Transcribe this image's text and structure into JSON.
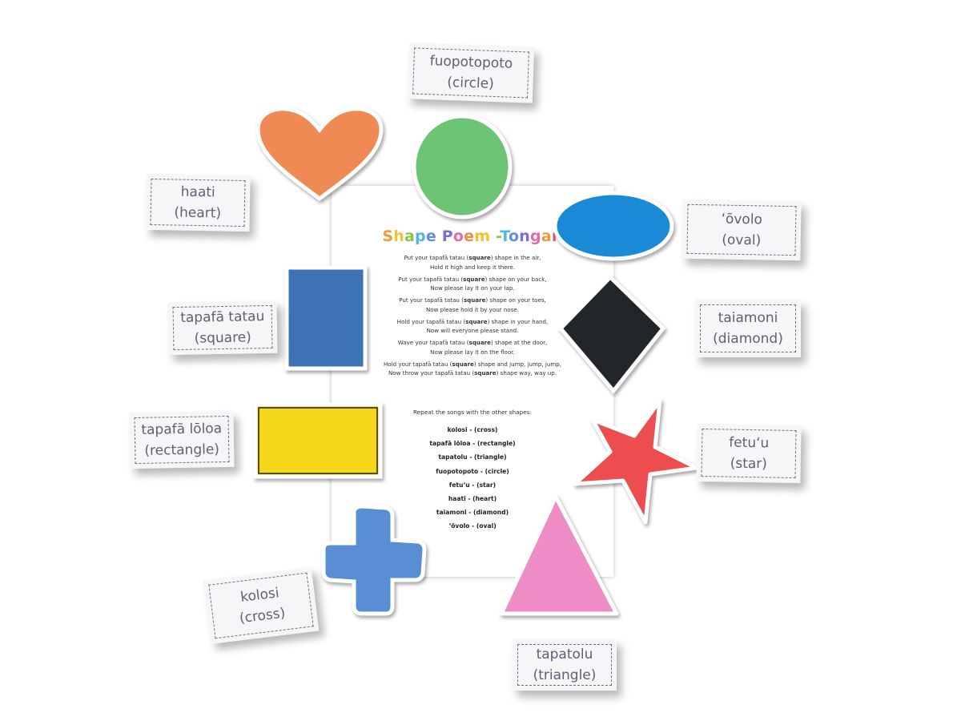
{
  "labels": {
    "circle": {
      "tongan": "fuopotopoto",
      "english": "(circle)"
    },
    "heart": {
      "tongan": "haati",
      "english": "(heart)"
    },
    "oval": {
      "tongan": "ʻōvolo",
      "english": "(oval)"
    },
    "square": {
      "tongan": "tapafā tatau",
      "english": "(square)"
    },
    "diamond": {
      "tongan": "taiamoni",
      "english": "(diamond)"
    },
    "rectangle": {
      "tongan": "tapafā lōloa",
      "english": "(rectangle)"
    },
    "star": {
      "tongan": "fetuʻu",
      "english": "(star)"
    },
    "cross": {
      "tongan": "kolosi",
      "english": "(cross)"
    },
    "triangle": {
      "tongan": "tapatolu",
      "english": "(triangle)"
    }
  },
  "poem": {
    "title_letters": [
      {
        "ch": "S",
        "color": "#f29a3b"
      },
      {
        "ch": "h",
        "color": "#f2c230"
      },
      {
        "ch": "a",
        "color": "#8bc34a"
      },
      {
        "ch": "p",
        "color": "#4fb6e8"
      },
      {
        "ch": "e",
        "color": "#5e8de0"
      },
      {
        "ch": " ",
        "color": "#ffffff"
      },
      {
        "ch": "P",
        "color": "#7b6fd6"
      },
      {
        "ch": "o",
        "color": "#e56aa4"
      },
      {
        "ch": "e",
        "color": "#f0883e"
      },
      {
        "ch": "m",
        "color": "#f2c230"
      },
      {
        "ch": " ",
        "color": "#ffffff"
      },
      {
        "ch": "-",
        "color": "#8bc34a"
      },
      {
        "ch": "T",
        "color": "#4fb6e8"
      },
      {
        "ch": "o",
        "color": "#5e8de0"
      },
      {
        "ch": "n",
        "color": "#7b6fd6"
      },
      {
        "ch": "g",
        "color": "#e56aa4"
      },
      {
        "ch": "a",
        "color": "#f29a3b"
      },
      {
        "ch": "n",
        "color": "#e05a6b"
      }
    ],
    "stanzas": [
      [
        [
          {
            "t": "Put your tapafā tatau ("
          },
          {
            "t": "square",
            "b": true
          },
          {
            "t": ") shape in the air,"
          }
        ],
        [
          {
            "t": "Hold it high and keep it there."
          }
        ]
      ],
      [
        [
          {
            "t": "Put your tapafā tatau ("
          },
          {
            "t": "square",
            "b": true
          },
          {
            "t": ") shape on your back,"
          }
        ],
        [
          {
            "t": "Now please lay it on your lap."
          }
        ]
      ],
      [
        [
          {
            "t": "Put your tapafā tatau ("
          },
          {
            "t": "square",
            "b": true
          },
          {
            "t": ") shape on your toes,"
          }
        ],
        [
          {
            "t": "Now please hold it by your nose."
          }
        ]
      ],
      [
        [
          {
            "t": "Hold your tapafā tatau ("
          },
          {
            "t": "square",
            "b": true
          },
          {
            "t": ") shape  in your hand,"
          }
        ],
        [
          {
            "t": "Now will everyone please stand."
          }
        ]
      ],
      [
        [
          {
            "t": "Wave your tapafā tatau ("
          },
          {
            "t": "square",
            "b": true
          },
          {
            "t": ") shape at the door,"
          }
        ],
        [
          {
            "t": "Now please lay it on the floor."
          }
        ]
      ],
      [
        [
          {
            "t": "Hold your tapafā tatau ("
          },
          {
            "t": "square",
            "b": true
          },
          {
            "t": ") shape and jump, jump, jump,"
          }
        ],
        [
          {
            "t": "Now throw your tapafā tatau ("
          },
          {
            "t": "square",
            "b": true
          },
          {
            "t": ") shape way, way up."
          }
        ]
      ]
    ],
    "repeat_line": "Repeat the songs with the other shapes:",
    "vocab": [
      "kolosi - (cross)",
      "tapafā lōloa - (rectangle)",
      "tapatolu - (triangle)",
      "fuopotopoto - (circle)",
      "fetuʻu - (star)",
      "haati - (heart)",
      "taiamoni - (diamond)",
      "ʻōvolo - (oval)"
    ]
  },
  "shapes": {
    "heart": {
      "fill": "#f08a55"
    },
    "circle": {
      "fill": "#6cc474"
    },
    "oval": {
      "fill": "#1a8ad6"
    },
    "square": {
      "fill": "#3d73b5"
    },
    "diamond": {
      "fill": "#22262a"
    },
    "rectangle": {
      "fill": "#f5d51a"
    },
    "star": {
      "fill": "#ec4d4f"
    },
    "cross": {
      "fill": "#5a8ed4"
    },
    "triangle": {
      "fill": "#ee8cc6"
    }
  }
}
